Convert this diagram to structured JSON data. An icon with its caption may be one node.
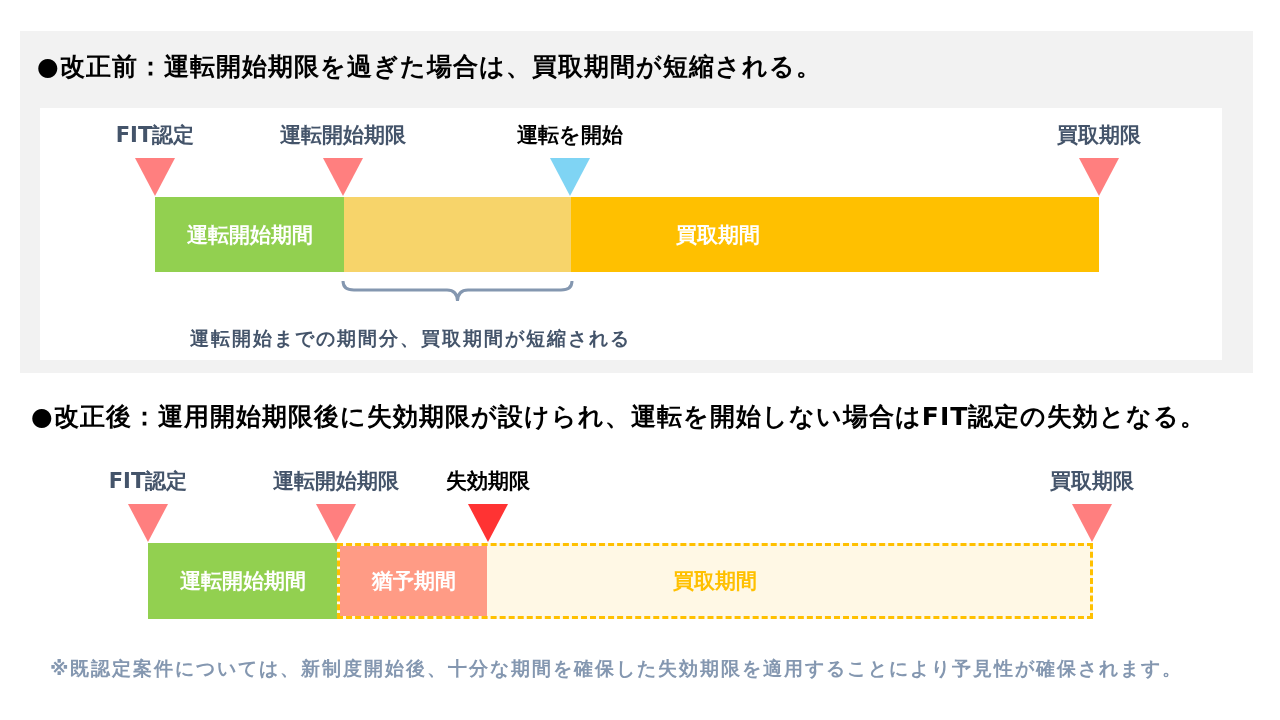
{
  "diagram": {
    "caption": "※既認定案件については、新制度開始後、十分な期間を確保した失効期限を適用することにより予見性が確保されます。",
    "nodes": [
      {
        "text": [
          "●改正前：運転開始期限を過ぎた場合は、買取期間が短縮される。"
        ]
      },
      {
        "text": [
          "FIT認定"
        ],
        "in": 0
      },
      {
        "text": [
          "運転開始期限"
        ],
        "in": 0
      },
      {
        "text": [
          "運転を開始"
        ],
        "in": 0
      },
      {
        "text": [
          "買取期限"
        ],
        "in": 0
      },
      {
        "text": [
          "運転開始期間"
        ],
        "in": 0
      },
      {
        "text": [],
        "shape": "bar",
        "in": 0
      },
      {
        "text": [
          "買取期間"
        ],
        "in": 0
      },
      {
        "text": [
          "FIT認定"
        ]
      },
      {
        "text": [
          "運転開始期限"
        ]
      },
      {
        "text": [
          "失効期限"
        ]
      },
      {
        "text": [
          "買取期限"
        ]
      },
      {
        "text": [
          "運転開始期間"
        ]
      },
      {
        "text": [
          "買取期間"
        ]
      },
      {
        "text": [
          "猶予期間"
        ],
        "in": 13
      }
    ],
    "labels": [
      "運転開始までの期間分、買取期間が短縮される",
      "●改正後：運用開始期限後に失効期限が設けられ、運転を開始しない場合はFIT認定の失効となる。"
    ]
  }
}
